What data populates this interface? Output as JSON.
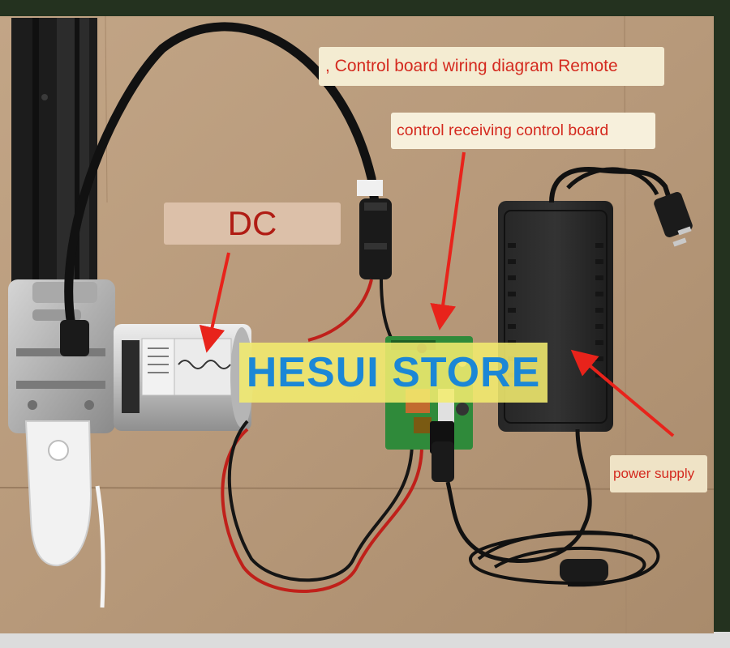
{
  "labels": {
    "title": ", Control board wiring diagram Remote",
    "receiver": "control receiving control board",
    "dc": "DC",
    "watermark": "HESUI STORE",
    "power": "power supply"
  },
  "colors": {
    "background": "#b79a7a",
    "annotation_text": "#d42a1f",
    "arrow": "#e8231b",
    "watermark_fill": "#f3ec6e",
    "watermark_text": "#1b87d6"
  }
}
